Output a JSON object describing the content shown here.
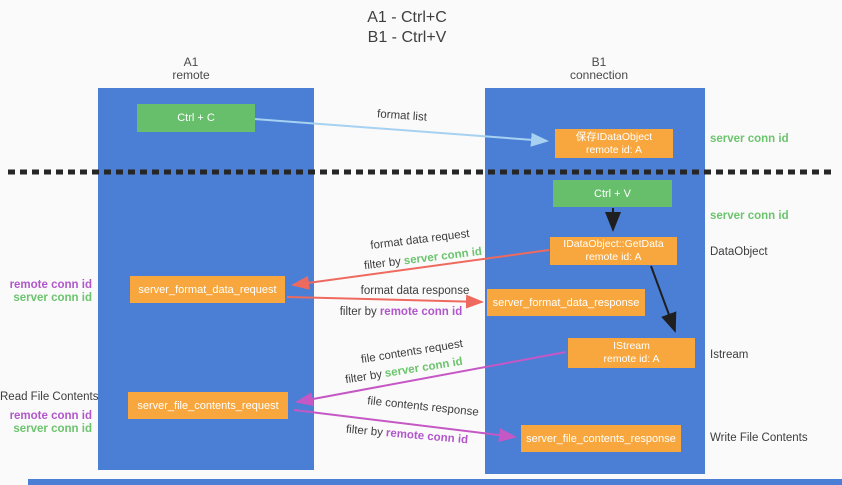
{
  "title": {
    "line1": "A1 - Ctrl+C",
    "line2": "B1 - Ctrl+V"
  },
  "columns": {
    "left": {
      "name": "A1",
      "subtitle": "remote"
    },
    "right": {
      "name": "B1",
      "subtitle": "connection"
    }
  },
  "boxes": {
    "ctrl_c": "Ctrl + C",
    "ctrl_v": "Ctrl + V",
    "save_idataobject": {
      "line1": "保存IDataObject",
      "line2": "remote id: A"
    },
    "getdata": {
      "line1": "IDataObject::GetData",
      "line2": "remote id: A"
    },
    "istream": {
      "line1": "IStream",
      "line2": "remote id: A"
    },
    "format_request": "server_format_data_request",
    "format_response": "server_format_data_response",
    "file_request": "server_file_contents_request",
    "file_response": "server_file_contents_response"
  },
  "arrow_labels": {
    "format_list": "format list",
    "format_data_request": "format data request",
    "format_data_response": "format data response",
    "file_contents_request": "file contents request",
    "file_contents_response": "file contents response",
    "filter_by": "filter by",
    "server_conn_id": "server conn id",
    "remote_conn_id": "remote conn id"
  },
  "side_labels": {
    "left": {
      "remote_conn_id_top": "remote conn id",
      "server_conn_id_top": "server conn id",
      "read_file_contents": "Read File Contents",
      "remote_conn_id_bottom": "remote conn id",
      "server_conn_id_bottom": "server conn id"
    },
    "right": {
      "server_conn_id_1": "server conn id",
      "server_conn_id_2": "server conn id",
      "dataobject": "DataObject",
      "istream": "Istream",
      "write_file_contents": "Write File Contents"
    }
  },
  "colors": {
    "column_blue": "#4a7fd5",
    "box_green": "#67bf6c",
    "box_orange": "#f7a73e",
    "green_text": "#6cc46e",
    "purple_text": "#b257cb",
    "arrow_red": "#ef6a5e",
    "arrow_magenta": "#c558c5",
    "arrow_light_blue": "#a6d1f0",
    "arrow_black": "#1f1f1f"
  }
}
